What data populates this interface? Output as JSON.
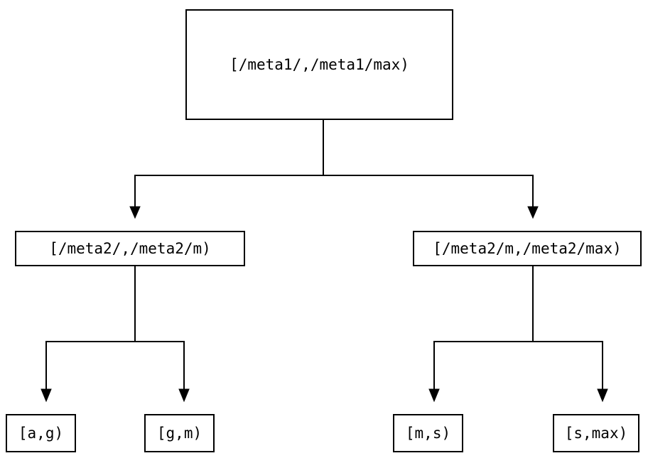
{
  "diagram": {
    "type": "tree",
    "description": "Interval split tree: a root key range split into two meta ranges, each split into two leaf ranges",
    "colors": {
      "background": "#ffffff",
      "line": "#000000",
      "text": "#000000",
      "node_fill": "#ffffff"
    },
    "nodes": {
      "root": {
        "id": "root",
        "label": "[/meta1/,/meta1/max)"
      },
      "left": {
        "id": "left",
        "label": "[/meta2/,/meta2/m)"
      },
      "right": {
        "id": "right",
        "label": "[/meta2/m,/meta2/max)"
      },
      "leaf_ag": {
        "id": "leaf_ag",
        "label": "[a,g)"
      },
      "leaf_gm": {
        "id": "leaf_gm",
        "label": "[g,m)"
      },
      "leaf_ms": {
        "id": "leaf_ms",
        "label": "[m,s)"
      },
      "leaf_smax": {
        "id": "leaf_smax",
        "label": "[s,max)"
      }
    },
    "edges": [
      {
        "from": "root",
        "to": "left",
        "arrow": "down"
      },
      {
        "from": "root",
        "to": "right",
        "arrow": "down"
      },
      {
        "from": "left",
        "to": "leaf_ag",
        "arrow": "down"
      },
      {
        "from": "left",
        "to": "leaf_gm",
        "arrow": "down"
      },
      {
        "from": "right",
        "to": "leaf_ms",
        "arrow": "down"
      },
      {
        "from": "right",
        "to": "leaf_smax",
        "arrow": "down"
      }
    ]
  }
}
